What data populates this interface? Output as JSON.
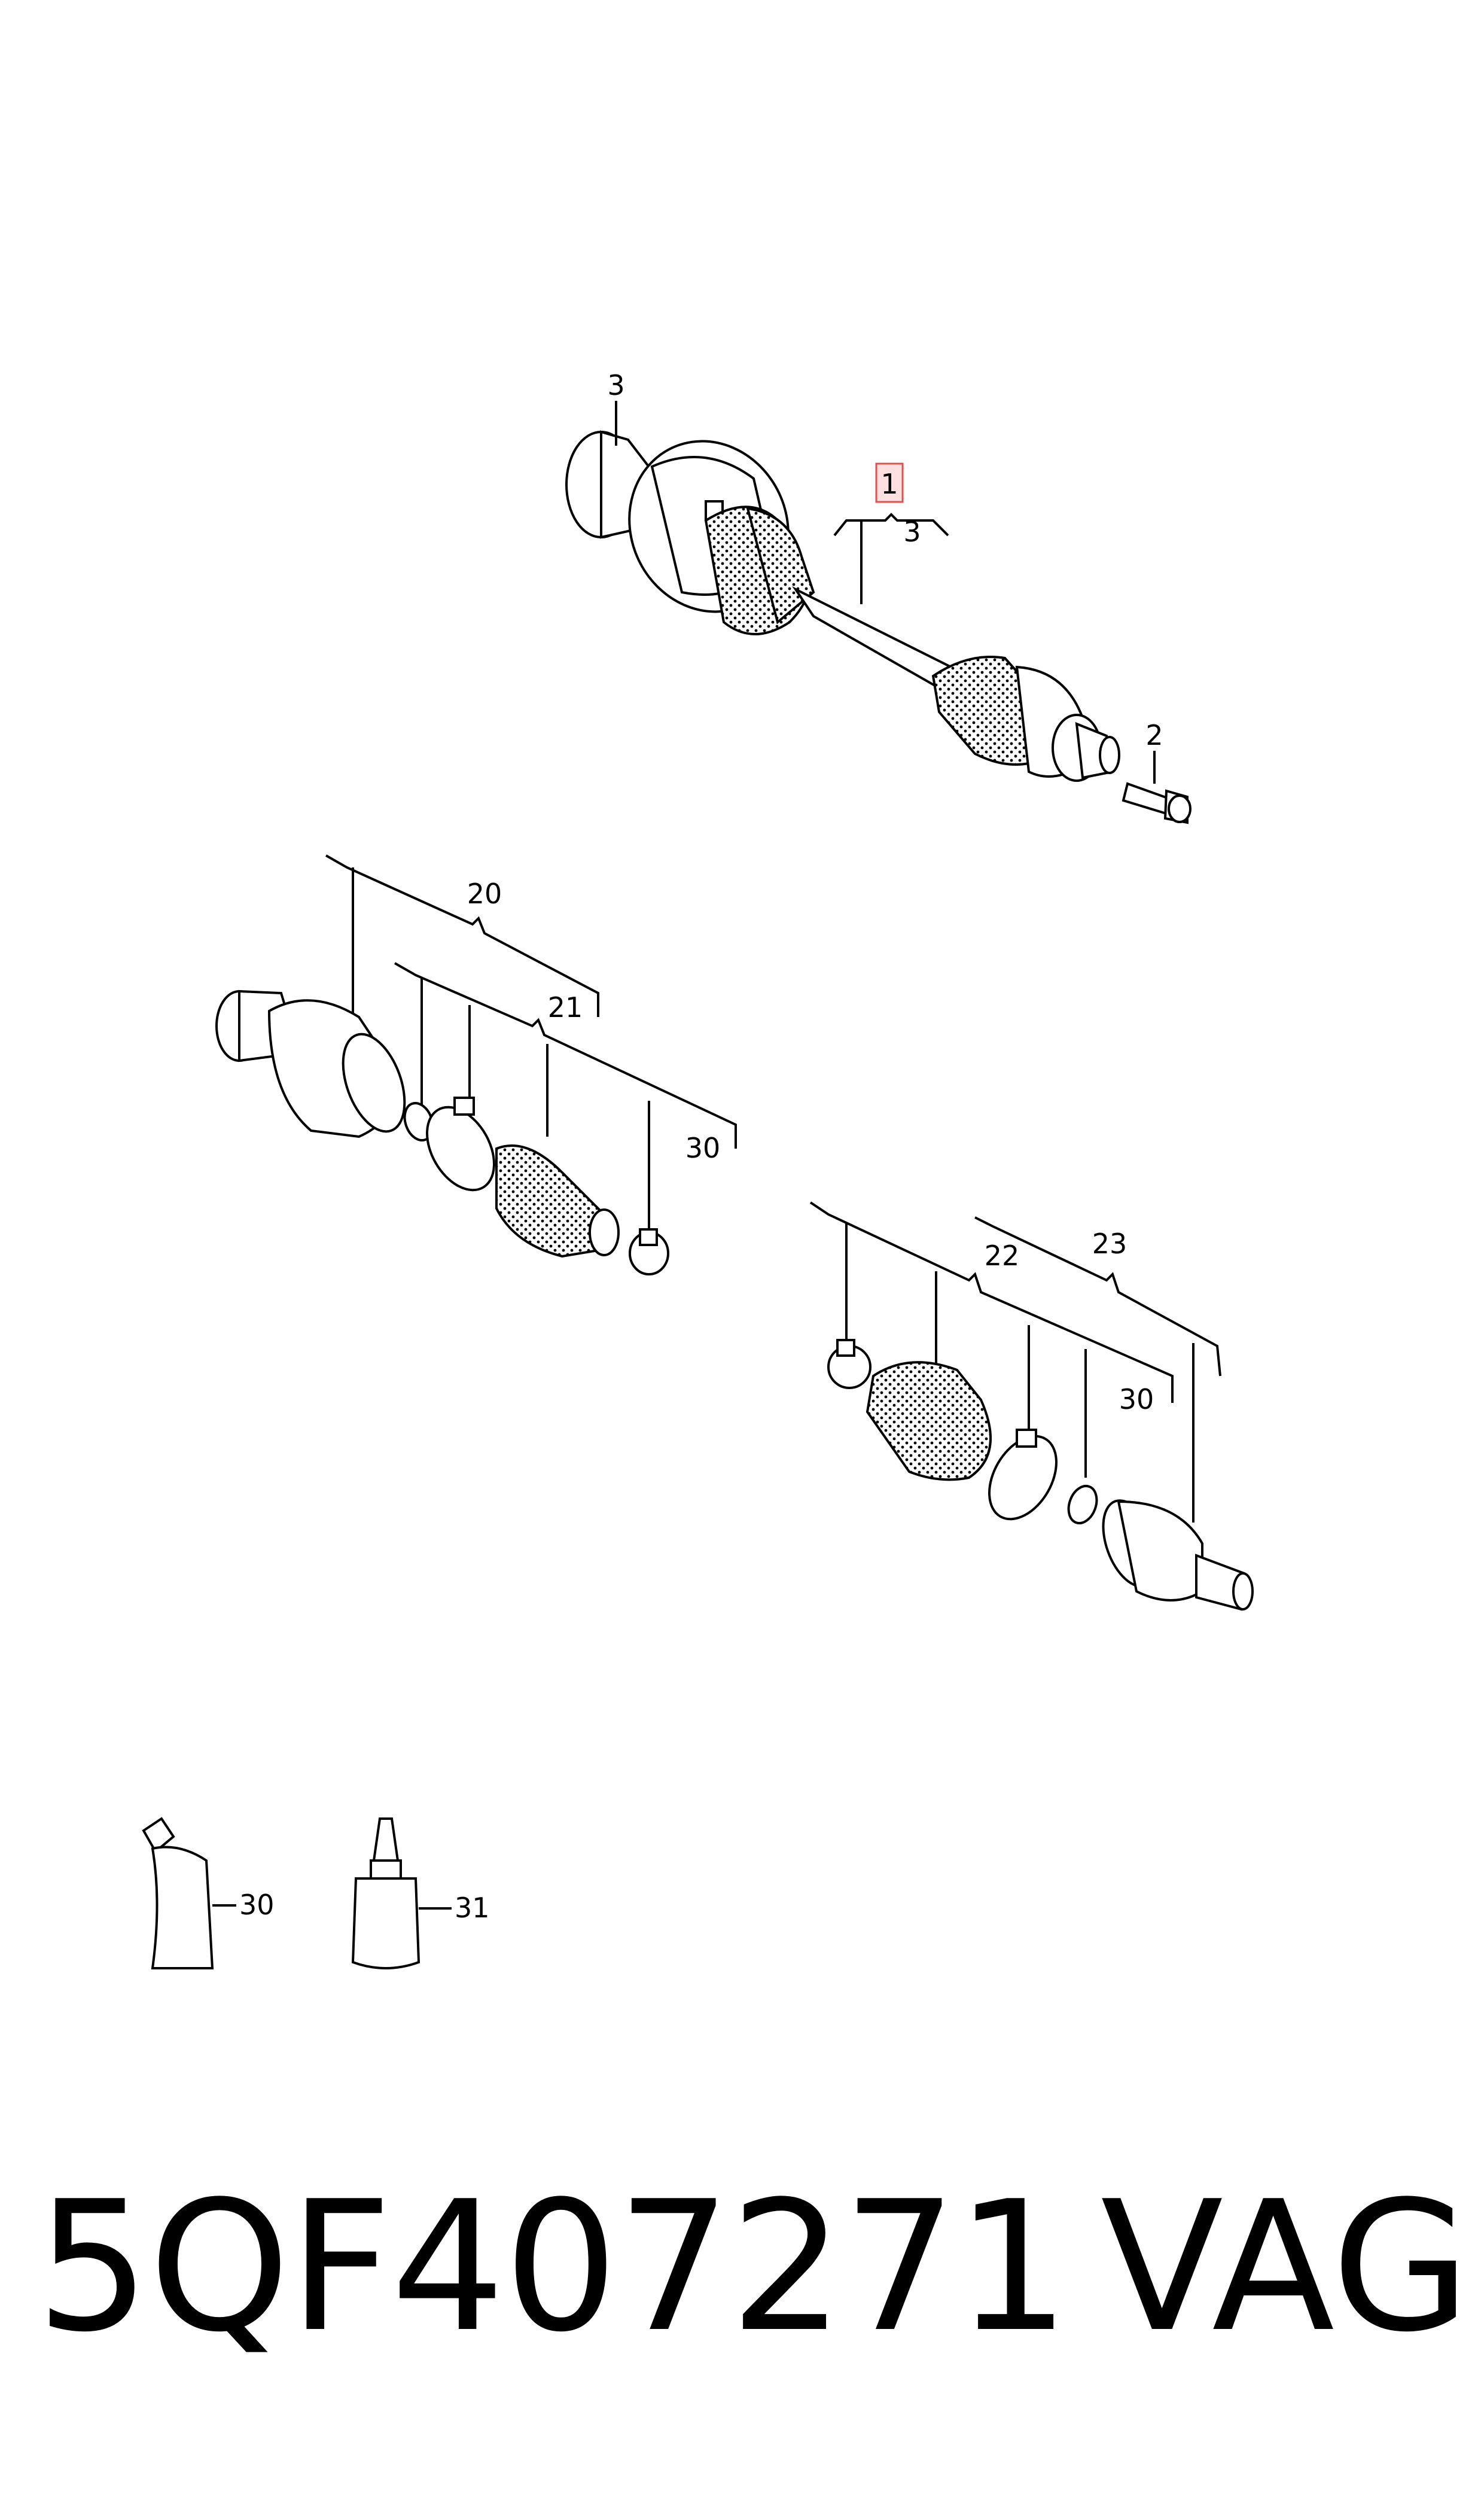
{
  "diagram": {
    "callouts": {
      "shaft_item": "1",
      "inner_joint": "3",
      "sub_3": "3",
      "bolt": "2",
      "kit_20": "20",
      "kit_21": "21",
      "grease_a": "30",
      "kit_22": "22",
      "kit_23": "23",
      "grease_b": "30",
      "grease_tube": "30",
      "sealant": "31"
    }
  },
  "footer": {
    "part_number": "5QF407271",
    "brand": "VAG"
  },
  "colors": {
    "line": "#000000",
    "highlight_fill": "#ffe0e0",
    "highlight_border": "#e05050"
  }
}
